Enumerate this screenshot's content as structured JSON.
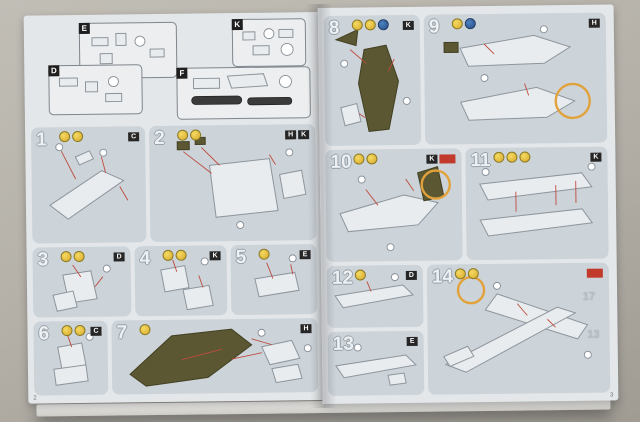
{
  "booklet": {
    "left_page": {
      "page_number": "2",
      "parts_boxes": [
        {
          "label": "E"
        },
        {
          "label": "D"
        },
        {
          "label": "K"
        },
        {
          "label": "F"
        }
      ],
      "steps": [
        {
          "number": "1",
          "badges": [
            "yellow",
            "yellow"
          ],
          "flags": [
            "C"
          ]
        },
        {
          "number": "2",
          "badges": [
            "yellow",
            "yellow"
          ],
          "flags": [
            "H",
            "K"
          ]
        },
        {
          "number": "3",
          "badges": [
            "yellow",
            "yellow"
          ],
          "flags": [
            "D"
          ]
        },
        {
          "number": "4",
          "badges": [
            "yellow",
            "yellow"
          ],
          "flags": [
            "K"
          ]
        },
        {
          "number": "5",
          "badges": [
            "yellow"
          ],
          "flags": [
            "E"
          ]
        },
        {
          "number": "6",
          "badges": [
            "yellow",
            "yellow"
          ],
          "flags": [
            "C"
          ]
        },
        {
          "number": "7",
          "badges": [
            "yellow"
          ],
          "flags": [
            "H"
          ]
        }
      ]
    },
    "right_page": {
      "page_number": "3",
      "steps": [
        {
          "number": "8",
          "badges": [
            "yellow",
            "yellow",
            "blue"
          ],
          "flags": [
            "K"
          ]
        },
        {
          "number": "9",
          "badges": [
            "yellow",
            "blue"
          ],
          "flags": [
            "H"
          ]
        },
        {
          "number": "10",
          "badges": [
            "yellow",
            "yellow"
          ],
          "flags": [
            "K",
            "red"
          ]
        },
        {
          "number": "11",
          "badges": [
            "yellow",
            "yellow",
            "yellow"
          ],
          "flags": [
            "K"
          ]
        },
        {
          "number": "12",
          "badges": [
            "yellow"
          ],
          "flags": [
            "D"
          ]
        },
        {
          "number": "13",
          "badges": [],
          "flags": [
            "E"
          ]
        },
        {
          "number": "14",
          "badges": [
            "yellow",
            "yellow"
          ],
          "flags": [
            "red"
          ],
          "part_labels": [
            "17",
            "13"
          ]
        }
      ]
    }
  }
}
